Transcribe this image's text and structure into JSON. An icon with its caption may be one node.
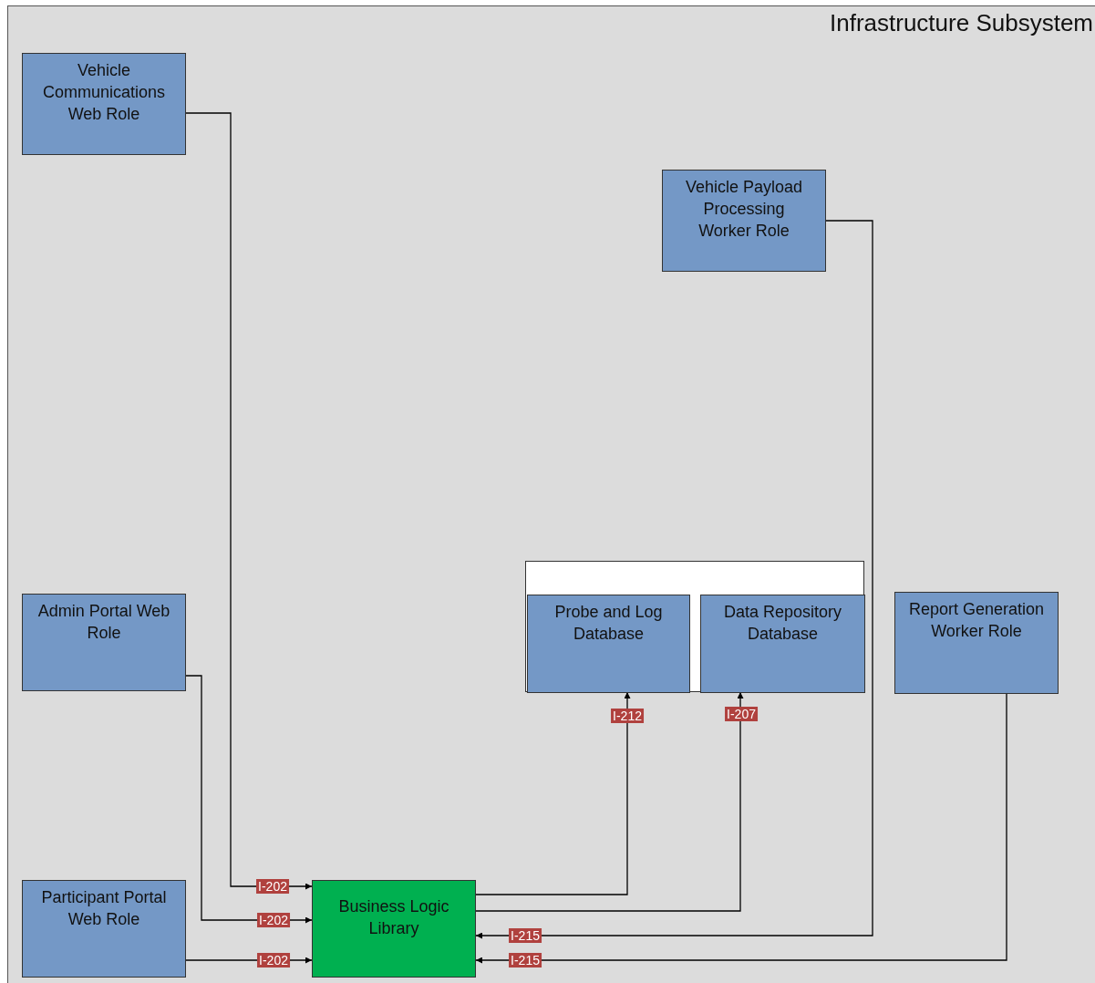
{
  "diagram": {
    "title": "Infrastructure Subsystem",
    "nodes": [
      {
        "text": [
          "Vehicle Communications Web Role"
        ]
      },
      {
        "text": [
          "Vehicle Payload Processing Worker Role"
        ]
      },
      {
        "text": [],
        "shape": "box"
      },
      {
        "text": [
          "Probe and Log Database"
        ],
        "in": 2
      },
      {
        "text": [
          "Data Repository Database"
        ],
        "in": 2
      },
      {
        "text": [
          "Admin Portal Web Role"
        ]
      },
      {
        "text": [
          "Report Generation Worker Role"
        ]
      },
      {
        "text": [
          "Participant Portal Web Role"
        ]
      },
      {
        "text": [
          "Business Logic Library"
        ]
      }
    ],
    "edges": [
      {
        "from": 0,
        "to": 8,
        "arrow": "to",
        "label": "I-202"
      },
      {
        "from": 5,
        "to": 8,
        "arrow": "to",
        "label": "I-202"
      },
      {
        "from": 7,
        "to": 8,
        "arrow": "to",
        "label": "I-202"
      },
      {
        "from": 8,
        "to": 3,
        "arrow": "to",
        "label": "I-212"
      },
      {
        "from": 8,
        "to": 4,
        "arrow": "to",
        "label": "I-207"
      },
      {
        "from": 1,
        "to": 8,
        "arrow": "to",
        "label": "I-215"
      },
      {
        "from": 6,
        "to": 8,
        "arrow": "to",
        "label": "I-215"
      }
    ]
  }
}
